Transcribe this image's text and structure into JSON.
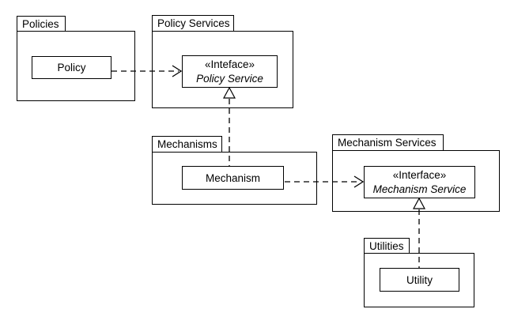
{
  "canvas": {
    "background": "#ffffff",
    "line_color": "#000000",
    "text_color": "#000000"
  },
  "packages": {
    "policies": {
      "label": "Policies"
    },
    "policy_services": {
      "label": "Policy Services"
    },
    "mechanisms": {
      "label": "Mechanisms"
    },
    "mechanism_services": {
      "label": "Mechanism Services"
    },
    "utilities": {
      "label": "Utilities"
    }
  },
  "classes": {
    "policy": {
      "label": "Policy"
    },
    "mechanism": {
      "label": "Mechanism"
    },
    "utility": {
      "label": "Utility"
    }
  },
  "interfaces": {
    "policy_service": {
      "stereotype": "«Inteface»",
      "name": "Policy Service"
    },
    "mechanism_service": {
      "stereotype": "«Interface»",
      "name": "Mechanism Service"
    }
  },
  "relationships": [
    {
      "type": "dependency",
      "from": "Policy",
      "to": "Policy Service",
      "line": "dashed",
      "arrowhead": "open"
    },
    {
      "type": "realization",
      "from": "Mechanism",
      "to": "Policy Service",
      "line": "dashed",
      "arrowhead": "hollow-triangle"
    },
    {
      "type": "dependency",
      "from": "Mechanism",
      "to": "Mechanism Service",
      "line": "dashed",
      "arrowhead": "open"
    },
    {
      "type": "realization",
      "from": "Utility",
      "to": "Mechanism Service",
      "line": "dashed",
      "arrowhead": "hollow-triangle"
    }
  ]
}
